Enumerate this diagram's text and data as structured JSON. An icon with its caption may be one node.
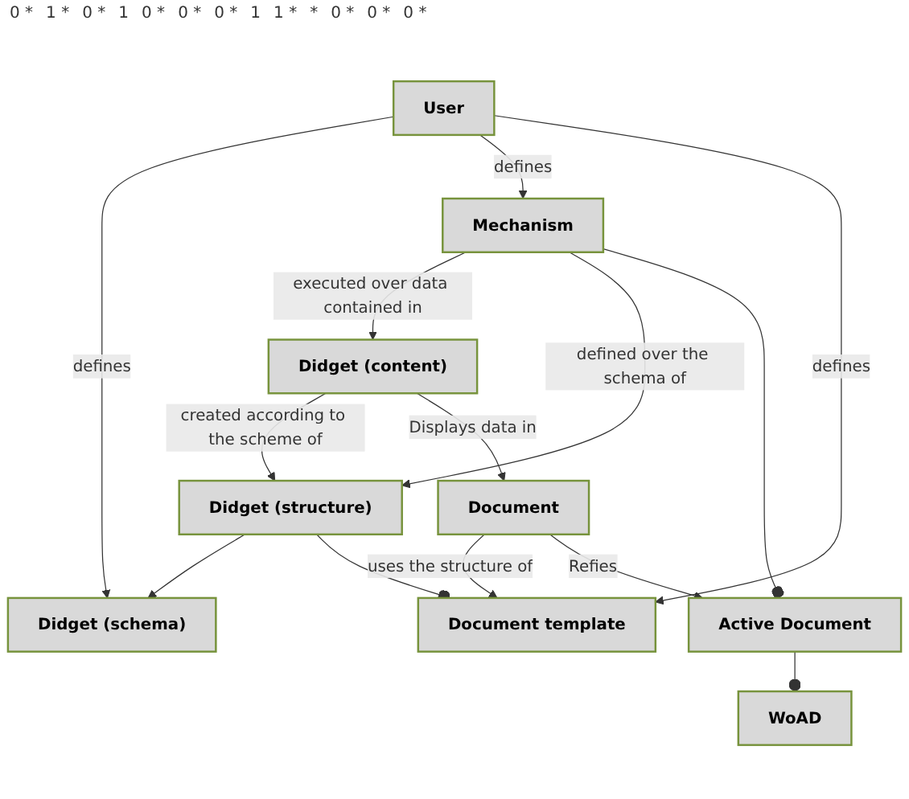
{
  "diagram": {
    "nodes": [
      {
        "text": [
          "Didget (schema)"
        ]
      },
      {
        "text": [
          "User"
        ]
      },
      {
        "text": [
          "Didget (structure)"
        ]
      },
      {
        "text": [
          "Document template"
        ]
      },
      {
        "text": [
          "WoAD"
        ]
      },
      {
        "text": [
          "Didget (content)"
        ]
      },
      {
        "text": [
          "Document"
        ]
      },
      {
        "text": [
          "Active Document"
        ]
      },
      {
        "text": [
          "Mechanism"
        ]
      }
    ],
    "edges": [
      {
        "from": 1,
        "to": 0,
        "arrow": "to",
        "label": "defines"
      },
      {
        "from": 1,
        "to": 8,
        "arrow": "to",
        "label": "defines"
      },
      {
        "from": 1,
        "to": 3,
        "arrow": "to",
        "label": "defines"
      },
      {
        "from": 2,
        "to": 0,
        "arrow": "to"
      },
      {
        "from": 2,
        "to": 3,
        "arrow": "other"
      },
      {
        "from": 5,
        "to": 2,
        "arrow": "to",
        "label": "created according to the scheme of"
      },
      {
        "from": 6,
        "to": 3,
        "arrow": "to",
        "label": "uses the structure of"
      },
      {
        "from": 7,
        "to": 4,
        "arrow": "other"
      },
      {
        "from": 5,
        "to": 6,
        "arrow": "to",
        "label": "Displays data in"
      },
      {
        "from": 6,
        "to": 7,
        "arrow": "to",
        "label": "Refies"
      },
      {
        "from": 8,
        "to": 5,
        "arrow": "to",
        "label": "executed over data contained in"
      },
      {
        "from": 8,
        "to": 2,
        "arrow": "to",
        "label": "defined over the schema of"
      },
      {
        "from": 8,
        "to": 7,
        "arrow": "other"
      }
    ],
    "labels": [
      "0 *",
      "1 *",
      "0 *",
      "1",
      "0 *",
      "0 *",
      "0 *",
      "1",
      "1 *",
      "*",
      "0 *",
      "0 *",
      "0 *"
    ]
  }
}
